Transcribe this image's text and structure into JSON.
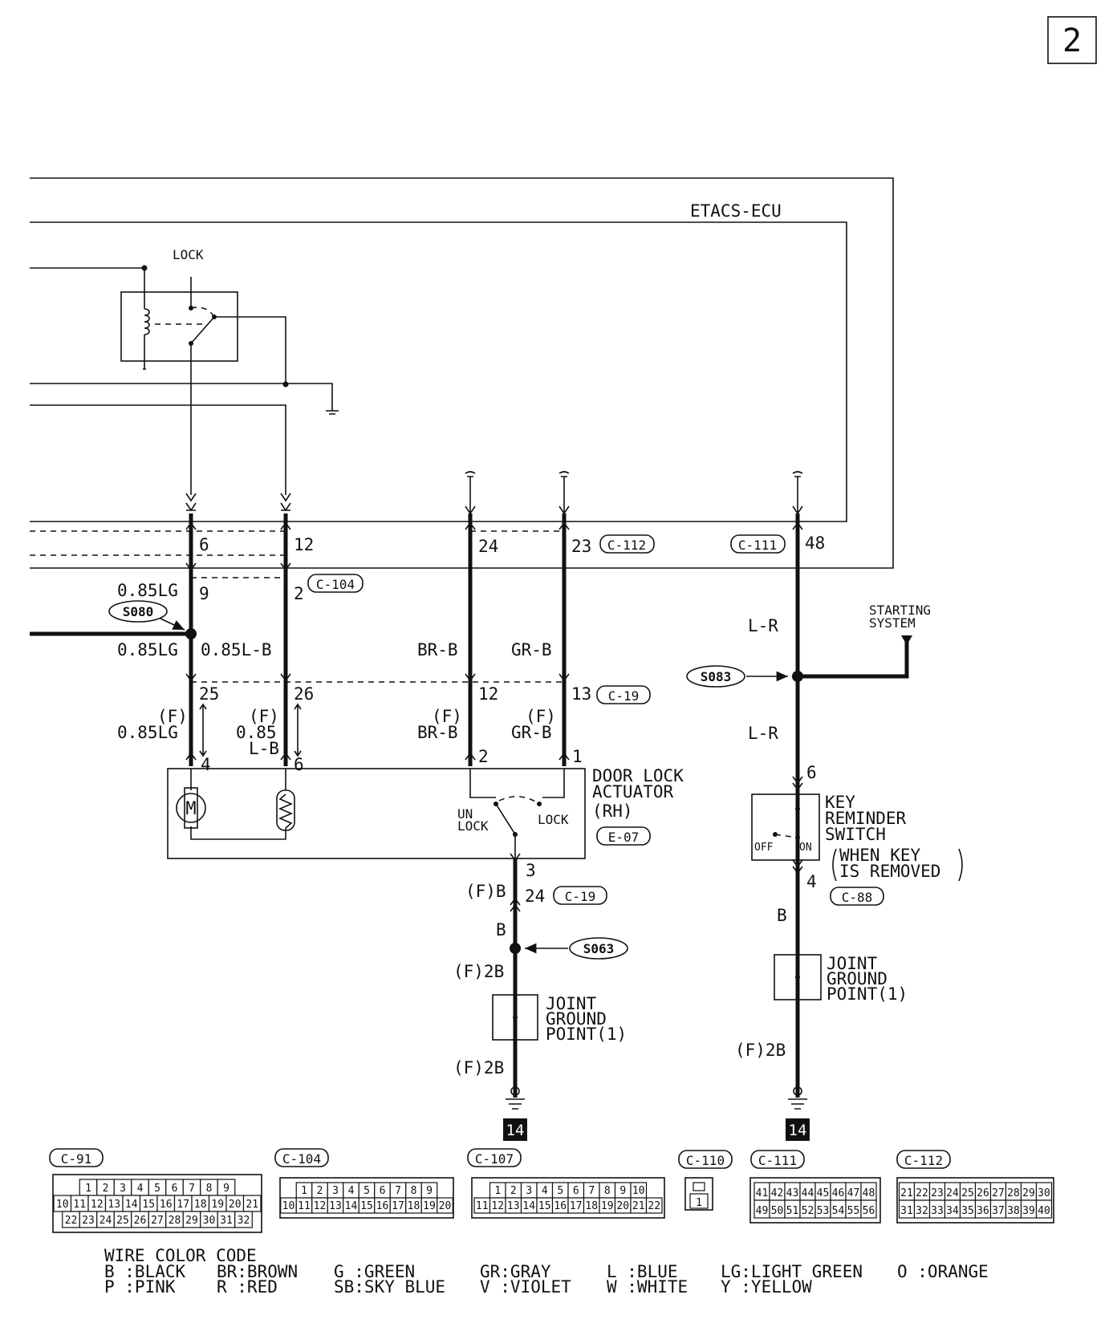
{
  "page_number": "2",
  "ecu": {
    "name": "ETACS-ECU",
    "relay_label": "LOCK"
  },
  "connectors": {
    "c112": "C-112",
    "c111": "C-111",
    "c104": "C-104",
    "c19": "C-19",
    "e07": "E-07",
    "c88": "C-88",
    "c91": "C-91",
    "c107": "C-107",
    "c110": "C-110"
  },
  "splices": {
    "s080": "S080",
    "s083": "S083",
    "s063": "S063"
  },
  "pins": {
    "ecu_6": "6",
    "ecu_12": "12",
    "ecu_24": "24",
    "ecu_23": "23",
    "ecu_48": "48",
    "c104_9": "9",
    "c104_2": "2",
    "c19_25": "25",
    "c19_26": "26",
    "c19_12": "12",
    "c19_13": "13",
    "c19_24": "24",
    "act_4": "4",
    "act_6": "6",
    "act_2": "2",
    "act_1": "1",
    "act_3": "3",
    "key_6": "6",
    "key_4": "4"
  },
  "wires": {
    "lg_085": "0.85LG",
    "lb_085": "0.85L-B",
    "br_b": "BR-B",
    "gr_b": "GR-B",
    "f": "(F)",
    "lg_f": "0.85LG",
    "lb_f1": "0.85",
    "lb_f2": "L-B",
    "lr": "L-R",
    "fb": "(F)B",
    "b": "B",
    "f2b": "(F)2B"
  },
  "components": {
    "actuator": [
      "DOOR LOCK",
      "ACTUATOR",
      "(RH)"
    ],
    "unlock": [
      "UN",
      "LOCK"
    ],
    "lock": "LOCK",
    "key_switch": [
      "KEY",
      "REMINDER",
      "SWITCH"
    ],
    "key_note": [
      "WHEN KEY",
      "IS REMOVED"
    ],
    "off": "OFF",
    "on": "ON",
    "starting": [
      "STARTING",
      "SYSTEM"
    ],
    "joint_ground": [
      "JOINT",
      "GROUND",
      "POINT(1)"
    ],
    "ground_ref": "14"
  },
  "connector_pins": {
    "c91": [
      [
        "1",
        "2",
        "3",
        "4",
        "5",
        "6",
        "7",
        "8",
        "9"
      ],
      [
        "10",
        "11",
        "12",
        "13",
        "14",
        "15",
        "16",
        "17",
        "18",
        "19",
        "20",
        "21"
      ],
      [
        "22",
        "23",
        "24",
        "25",
        "26",
        "27",
        "28",
        "29",
        "30",
        "31",
        "32"
      ]
    ],
    "c104": [
      [
        "1",
        "2",
        "3",
        "4",
        "5",
        "6",
        "7",
        "8",
        "9"
      ],
      [
        "10",
        "11",
        "12",
        "13",
        "14",
        "15",
        "16",
        "17",
        "18",
        "19",
        "20"
      ]
    ],
    "c107": [
      [
        "1",
        "2",
        "3",
        "4",
        "5",
        "6",
        "7",
        "8",
        "9",
        "10"
      ],
      [
        "11",
        "12",
        "13",
        "14",
        "15",
        "16",
        "17",
        "18",
        "19",
        "20",
        "21",
        "22"
      ]
    ],
    "c110": [
      "1"
    ],
    "c111": [
      [
        "41",
        "42",
        "43",
        "44",
        "45",
        "46",
        "47",
        "48"
      ],
      [
        "49",
        "50",
        "51",
        "52",
        "53",
        "54",
        "55",
        "56"
      ]
    ],
    "c112": [
      [
        "21",
        "22",
        "23",
        "24",
        "25",
        "26",
        "27",
        "28",
        "29",
        "30"
      ],
      [
        "31",
        "32",
        "33",
        "34",
        "35",
        "36",
        "37",
        "38",
        "39",
        "40"
      ]
    ]
  },
  "legend": {
    "title": "WIRE COLOR CODE",
    "row1": [
      "B :BLACK",
      "BR:BROWN",
      "G :GREEN",
      "GR:GRAY",
      "L :BLUE",
      "LG:LIGHT GREEN",
      "O :ORANGE"
    ],
    "row2": [
      "P :PINK",
      "R :RED",
      "SB:SKY BLUE",
      "V :VIOLET",
      "W :WHITE",
      "Y :YELLOW"
    ]
  }
}
